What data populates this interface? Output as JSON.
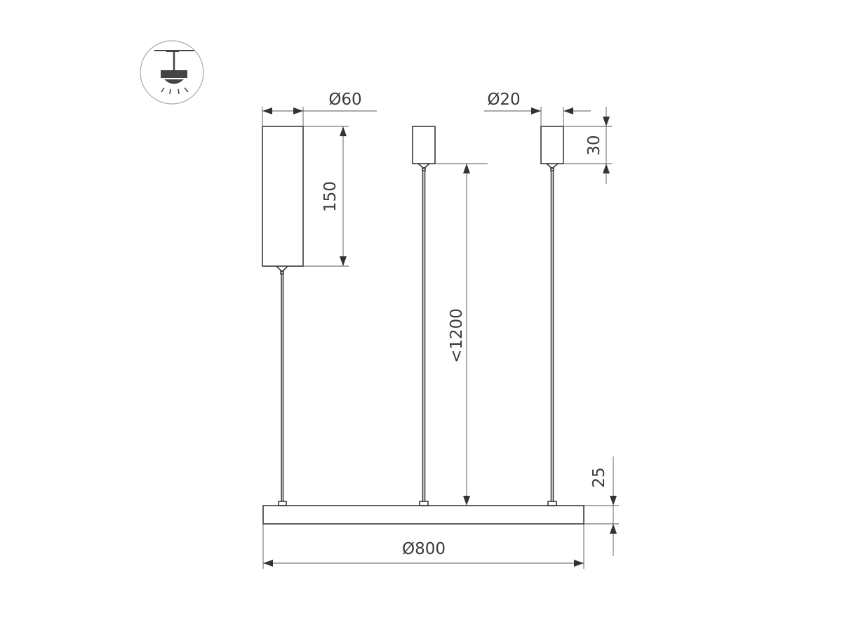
{
  "icon": {
    "name": "pendant-lamp-mount-icon"
  },
  "dimensions": {
    "canopy_diameter": "Ø60",
    "canopy_height": "150",
    "cable_mount_diameter": "Ø20",
    "cable_mount_height": "30",
    "cable_length": "<1200",
    "ring_height": "25",
    "ring_diameter": "Ø800"
  },
  "colors": {
    "line": "#3a3a3a",
    "background": "#ffffff"
  }
}
